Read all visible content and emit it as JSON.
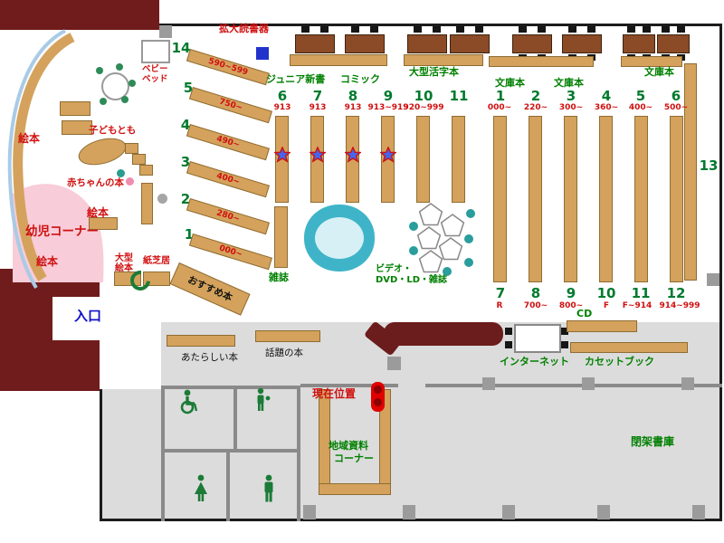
{
  "labels": {
    "magnifier": "拡大読書器",
    "junior_shinsho": "ジュニア新書",
    "comic": "コミック",
    "large_print": "大型活字本",
    "bunko_1": "文庫本",
    "bunko_2": "文庫本",
    "bunko_3": "文庫本",
    "magazine": "雑誌",
    "video_line1": "ビデオ・",
    "video_line2": "DVD・LD・雑誌",
    "internet": "インターネット",
    "cd": "CD",
    "cassette_book": "カセットブック",
    "current_position": "現在位置",
    "local_docs_line1": "地域資料",
    "local_docs_line2": "コーナー",
    "closed_stacks": "閉架書庫",
    "new_books": "あたらしい本",
    "topic_books": "話題の本",
    "recommended": "おすすめ本",
    "entrance": "入口",
    "infant_corner": "幼児コーナー",
    "picture_books_1": "絵本",
    "picture_books_2": "絵本",
    "picture_books_3": "絵本",
    "baby_books": "赤ちゃんの本",
    "kodomo_tomo": "子どもとも",
    "baby_bed_line1": "ベビー",
    "baby_bed_line2": "ベッド",
    "large_picture_line1": "大型",
    "large_picture_line2": "絵本",
    "kamishibai": "紙芝居"
  },
  "shelf_groups": {
    "diagonal": [
      {
        "num": "14",
        "range": "590~599"
      },
      {
        "num": "5",
        "range": "750~"
      },
      {
        "num": "4",
        "range": "490~"
      },
      {
        "num": "3",
        "range": "400~"
      },
      {
        "num": "2",
        "range": "280~"
      },
      {
        "num": "1",
        "range": "000~"
      }
    ],
    "middle_top": [
      {
        "num": "6",
        "range": "913"
      },
      {
        "num": "7",
        "range": "913"
      },
      {
        "num": "8",
        "range": "913"
      },
      {
        "num": "9",
        "range": "913~919"
      },
      {
        "num": "10",
        "range": "920~999"
      },
      {
        "num": "11",
        "range": ""
      }
    ],
    "right_top": [
      {
        "num": "1",
        "range": "000~"
      },
      {
        "num": "2",
        "range": "220~"
      },
      {
        "num": "3",
        "range": "300~"
      },
      {
        "num": "4",
        "range": "360~"
      },
      {
        "num": "5",
        "range": "400~"
      },
      {
        "num": "6",
        "range": "500~"
      }
    ],
    "right_bottom": [
      {
        "num": "7",
        "range": "R"
      },
      {
        "num": "8",
        "range": "700~"
      },
      {
        "num": "9",
        "range": "800~"
      },
      {
        "num": "10",
        "range": "F"
      },
      {
        "num": "11",
        "range": "F~914"
      },
      {
        "num": "12",
        "range": "914~999"
      }
    ],
    "shelf_13": "13"
  },
  "colors": {
    "dark_red_wall": "#701c1c",
    "shelf_tan": "#d4a25c",
    "floor_gray": "#dcdcdc",
    "pink_area": "#f8ccd8",
    "accent_red": "#d01010",
    "accent_green": "#008000",
    "entrance_blue": "#1111cc",
    "cyan_seat": "#3fb4c8"
  }
}
